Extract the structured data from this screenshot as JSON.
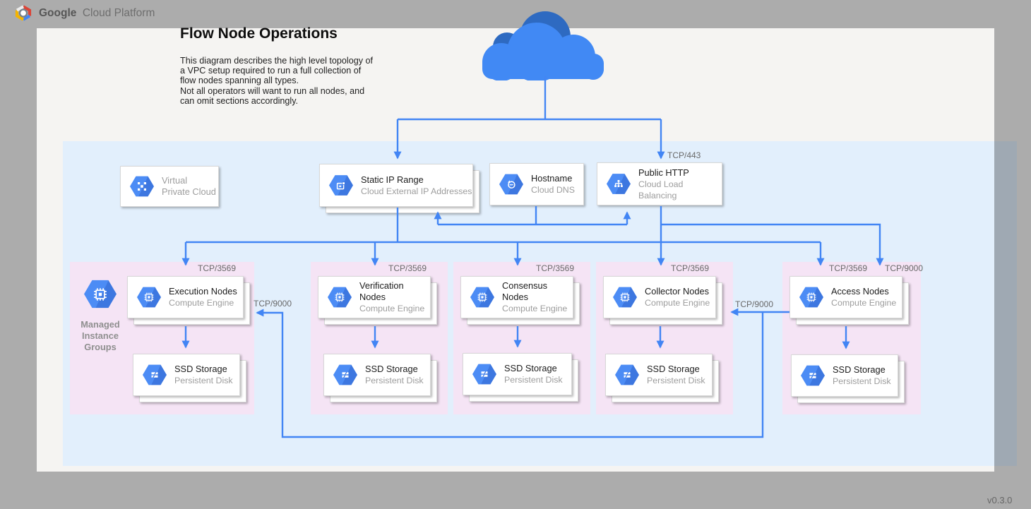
{
  "header": {
    "brand_bold": "Google",
    "brand_rest": "Cloud Platform"
  },
  "title": "Flow Node Operations",
  "description": "This diagram describes the high level topology of a VPC setup required to run a full collection of flow nodes spanning all types.\nNot all operators will want to run all nodes, and can omit sections accordingly.",
  "version": "v0.3.0",
  "vpc_card": {
    "line1": "Virtual",
    "line2": "Private Cloud"
  },
  "services": {
    "static_ip": {
      "title": "Static IP Range",
      "subtitle": "Cloud External IP Addresses"
    },
    "hostname": {
      "title": "Hostname",
      "subtitle": "Cloud DNS"
    },
    "public_http": {
      "title": "Public HTTP",
      "subtitle": "Cloud Load Balancing"
    }
  },
  "mig_label": "Managed\nInstance\nGroups",
  "groups": [
    {
      "title": "Execution Nodes",
      "subtitle": "Compute Engine",
      "storage_title": "SSD Storage",
      "storage_subtitle": "Persistent Disk",
      "port": "TCP/3569"
    },
    {
      "title": "Verification Nodes",
      "subtitle": "Compute Engine",
      "storage_title": "SSD Storage",
      "storage_subtitle": "Persistent Disk",
      "port": "TCP/3569"
    },
    {
      "title": "Consensus Nodes",
      "subtitle": "Compute Engine",
      "storage_title": "SSD Storage",
      "storage_subtitle": "Persistent Disk",
      "port": "TCP/3569"
    },
    {
      "title": "Collector Nodes",
      "subtitle": "Compute Engine",
      "storage_title": "SSD Storage",
      "storage_subtitle": "Persistent Disk",
      "port": "TCP/3569"
    },
    {
      "title": "Access Nodes",
      "subtitle": "Compute Engine",
      "storage_title": "SSD Storage",
      "storage_subtitle": "Persistent Disk",
      "port": "TCP/3569"
    }
  ],
  "port_labels": {
    "https": "TCP/443",
    "p2p_top": "TCP/9000",
    "p2p_exec": "TCP/9000",
    "p2p_collector": "TCP/9000"
  },
  "icons": {
    "logo": "gcp-logo",
    "cloud": "cloud-icon",
    "vpc": "vpc-icon",
    "static_ip": "external-ip-icon",
    "hostname": "dns-icon",
    "public_http": "load-balancer-icon",
    "compute": "compute-engine-icon",
    "storage": "persistent-disk-icon",
    "mig": "managed-instance-group-icon"
  },
  "colors": {
    "accent": "#4285f4",
    "band": "#e2effc",
    "group": "#f5e4f5",
    "page": "#f5f4f2",
    "chrome": "#acacac"
  }
}
